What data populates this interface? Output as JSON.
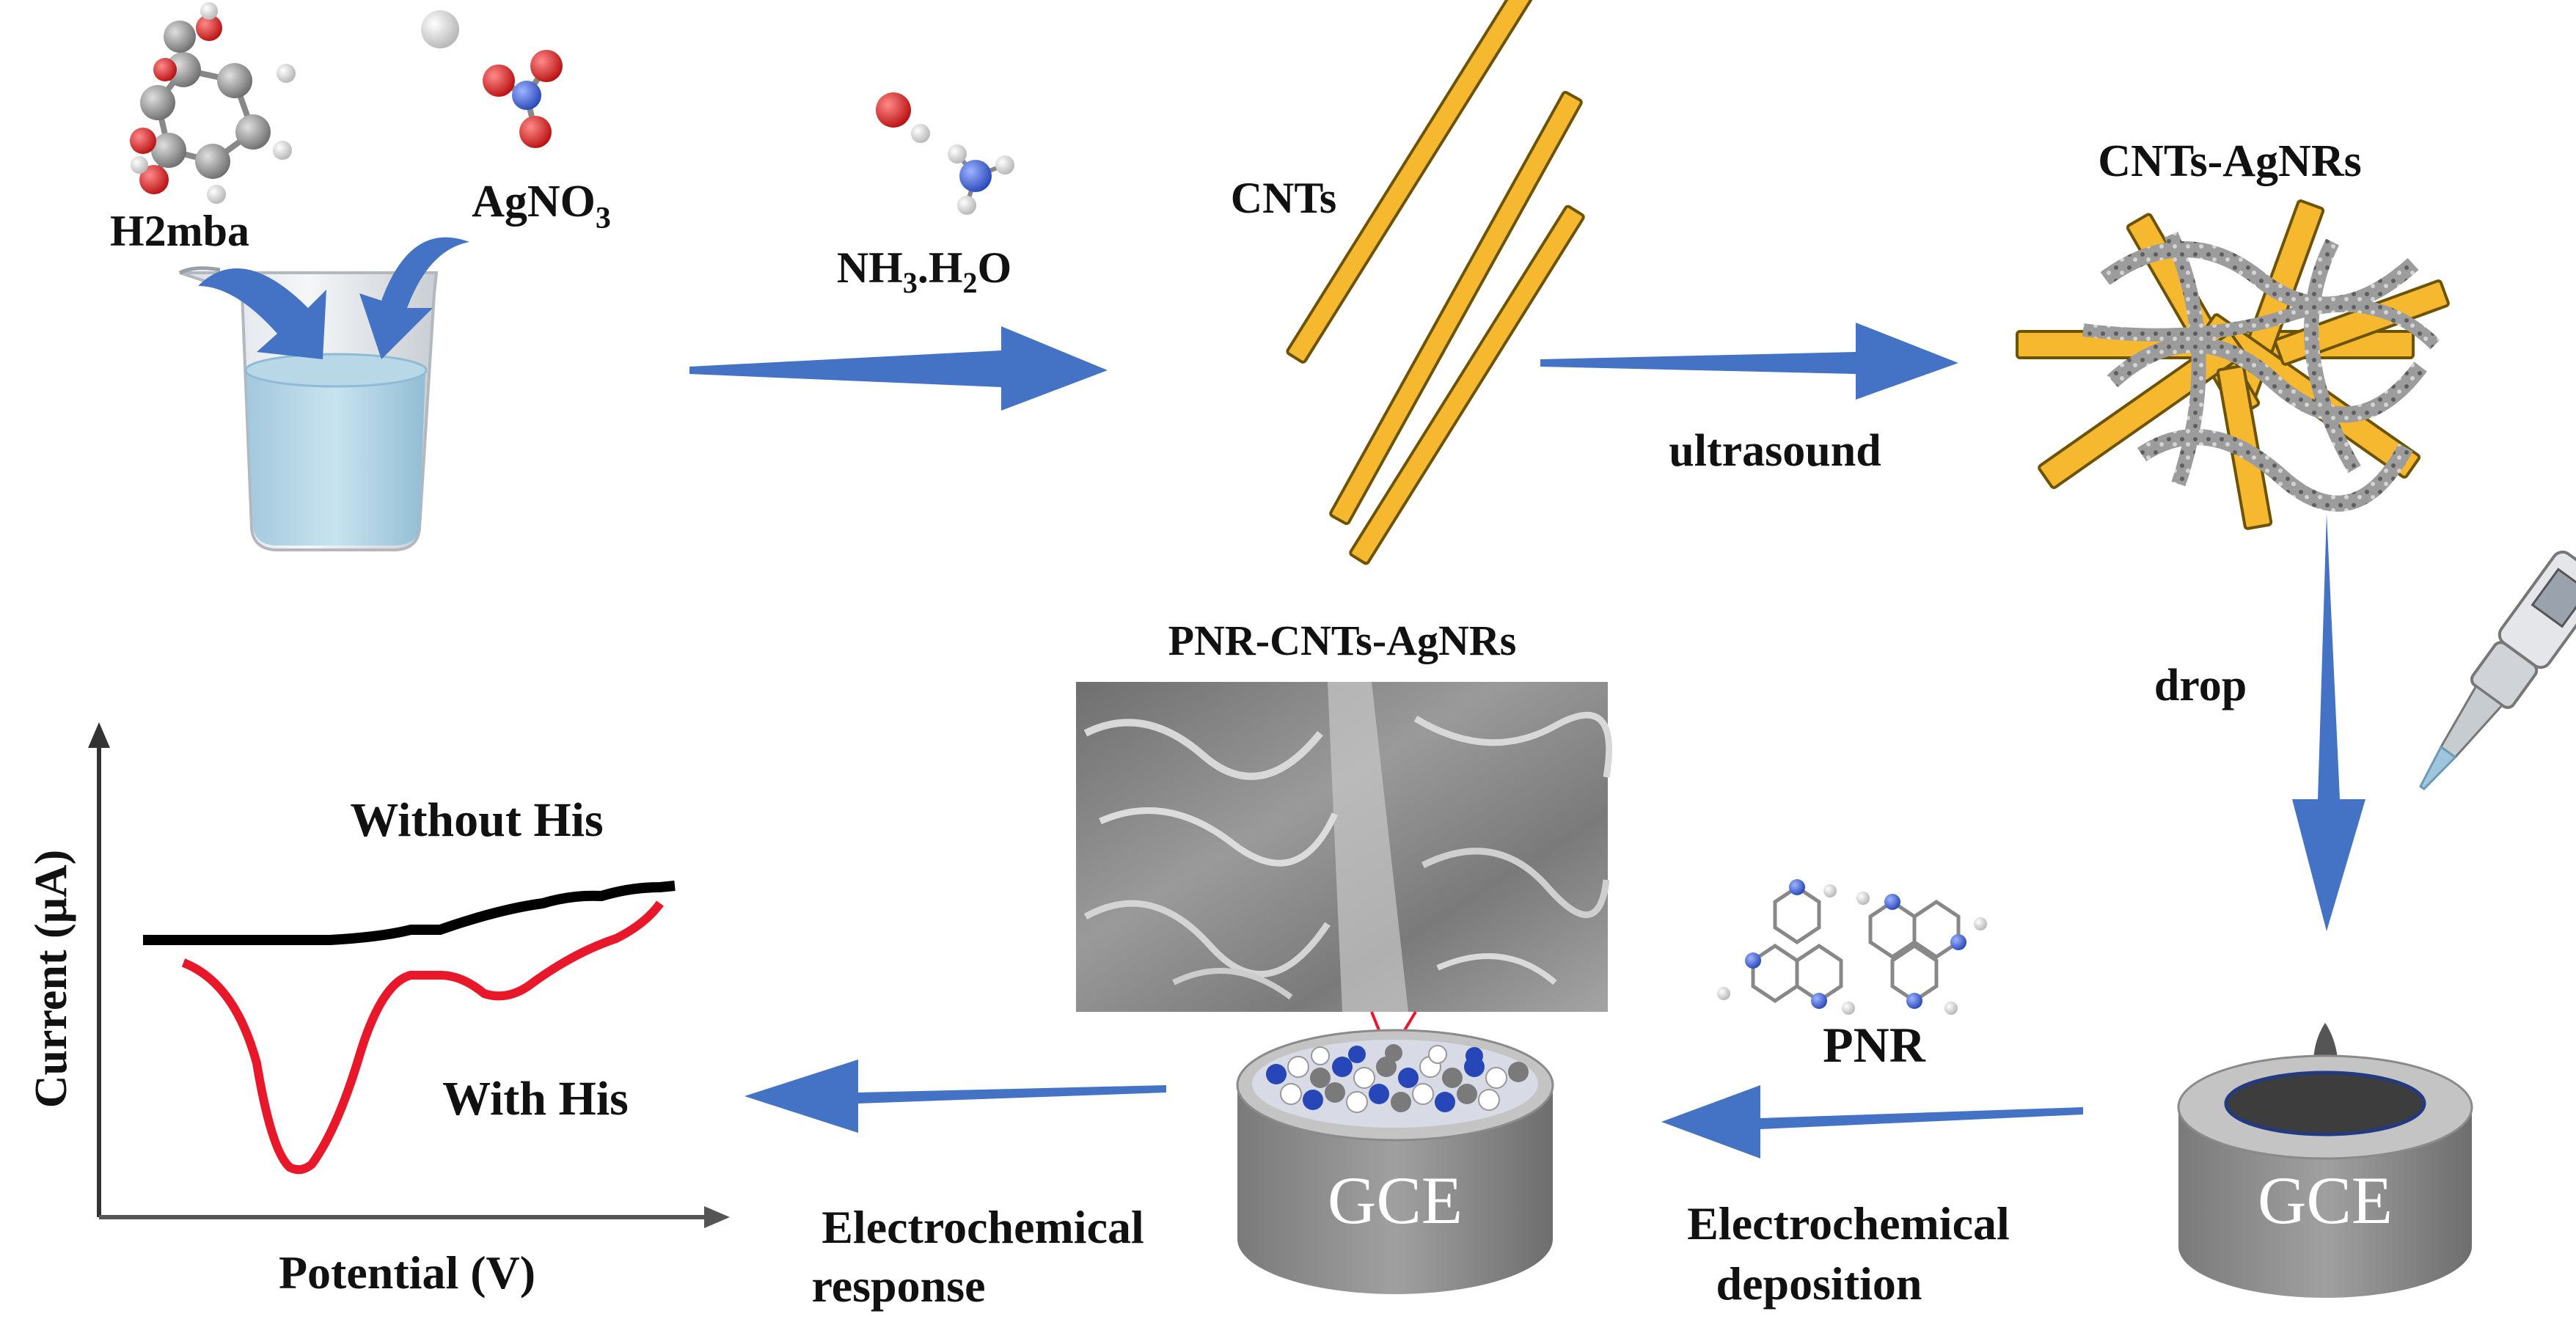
{
  "reagents": {
    "h2mba": "H2mba",
    "agno3_base": "AgNO",
    "agno3_sub": "3",
    "nh3_a": "NH",
    "nh3_sub1": "3",
    "nh3_b": ".H",
    "nh3_sub2": "2",
    "nh3_c": "O"
  },
  "materials": {
    "cnts": "CNTs",
    "cnts_agnrs": "CNTs-AgNRs",
    "pnr_cnts_agnrs": "PNR-CNTs-AgNRs",
    "pnr": "PNR"
  },
  "steps": {
    "ultrasound": "ultrasound",
    "drop": "drop",
    "deposition_line1": "Electrochemical",
    "deposition_line2": "deposition",
    "response_line1": "Electrochemical",
    "response_line2": "response"
  },
  "electrode": {
    "label": "GCE"
  },
  "plot": {
    "ylabel": "Current (μA)",
    "xlabel": "Potential (V)",
    "curve_without": "Without His",
    "curve_with": "With His"
  },
  "colors": {
    "arrow_blue": "#4472C4",
    "tube_yellow": "#F5B82E",
    "curve_red": "#E8182A",
    "curve_black": "#000000",
    "electrode_gray": "#8C8C8C"
  }
}
